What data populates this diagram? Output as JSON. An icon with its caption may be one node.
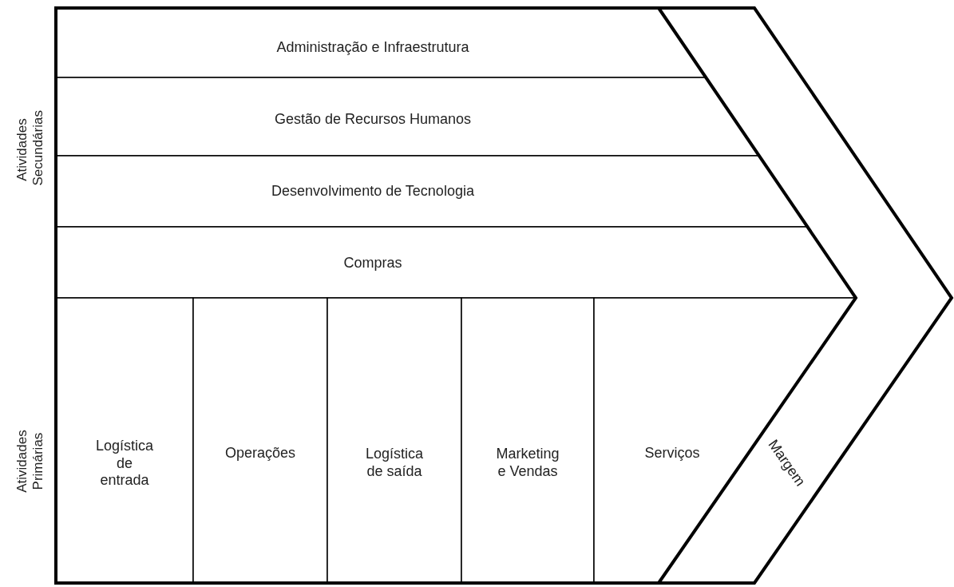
{
  "diagram": {
    "nodes": [
      {
        "text": [
          "Administração e Infraestrutura"
        ]
      },
      {
        "text": [
          "Gestão de Recursos Humanos"
        ]
      },
      {
        "text": [
          "Desenvolvimento de Tecnologia"
        ]
      },
      {
        "text": [
          "Compras"
        ]
      },
      {
        "text": [
          "Logística de entrada"
        ]
      },
      {
        "text": [
          "Operações"
        ]
      },
      {
        "text": [
          "Logística de saída"
        ]
      },
      {
        "text": [
          "Marketing e Vendas"
        ]
      },
      {
        "text": [
          "Serviços"
        ]
      },
      {
        "text": [
          "Margem"
        ]
      }
    ],
    "edges": [],
    "labels": [
      "Atividades Secundárias",
      "Atividades Primárias"
    ]
  }
}
